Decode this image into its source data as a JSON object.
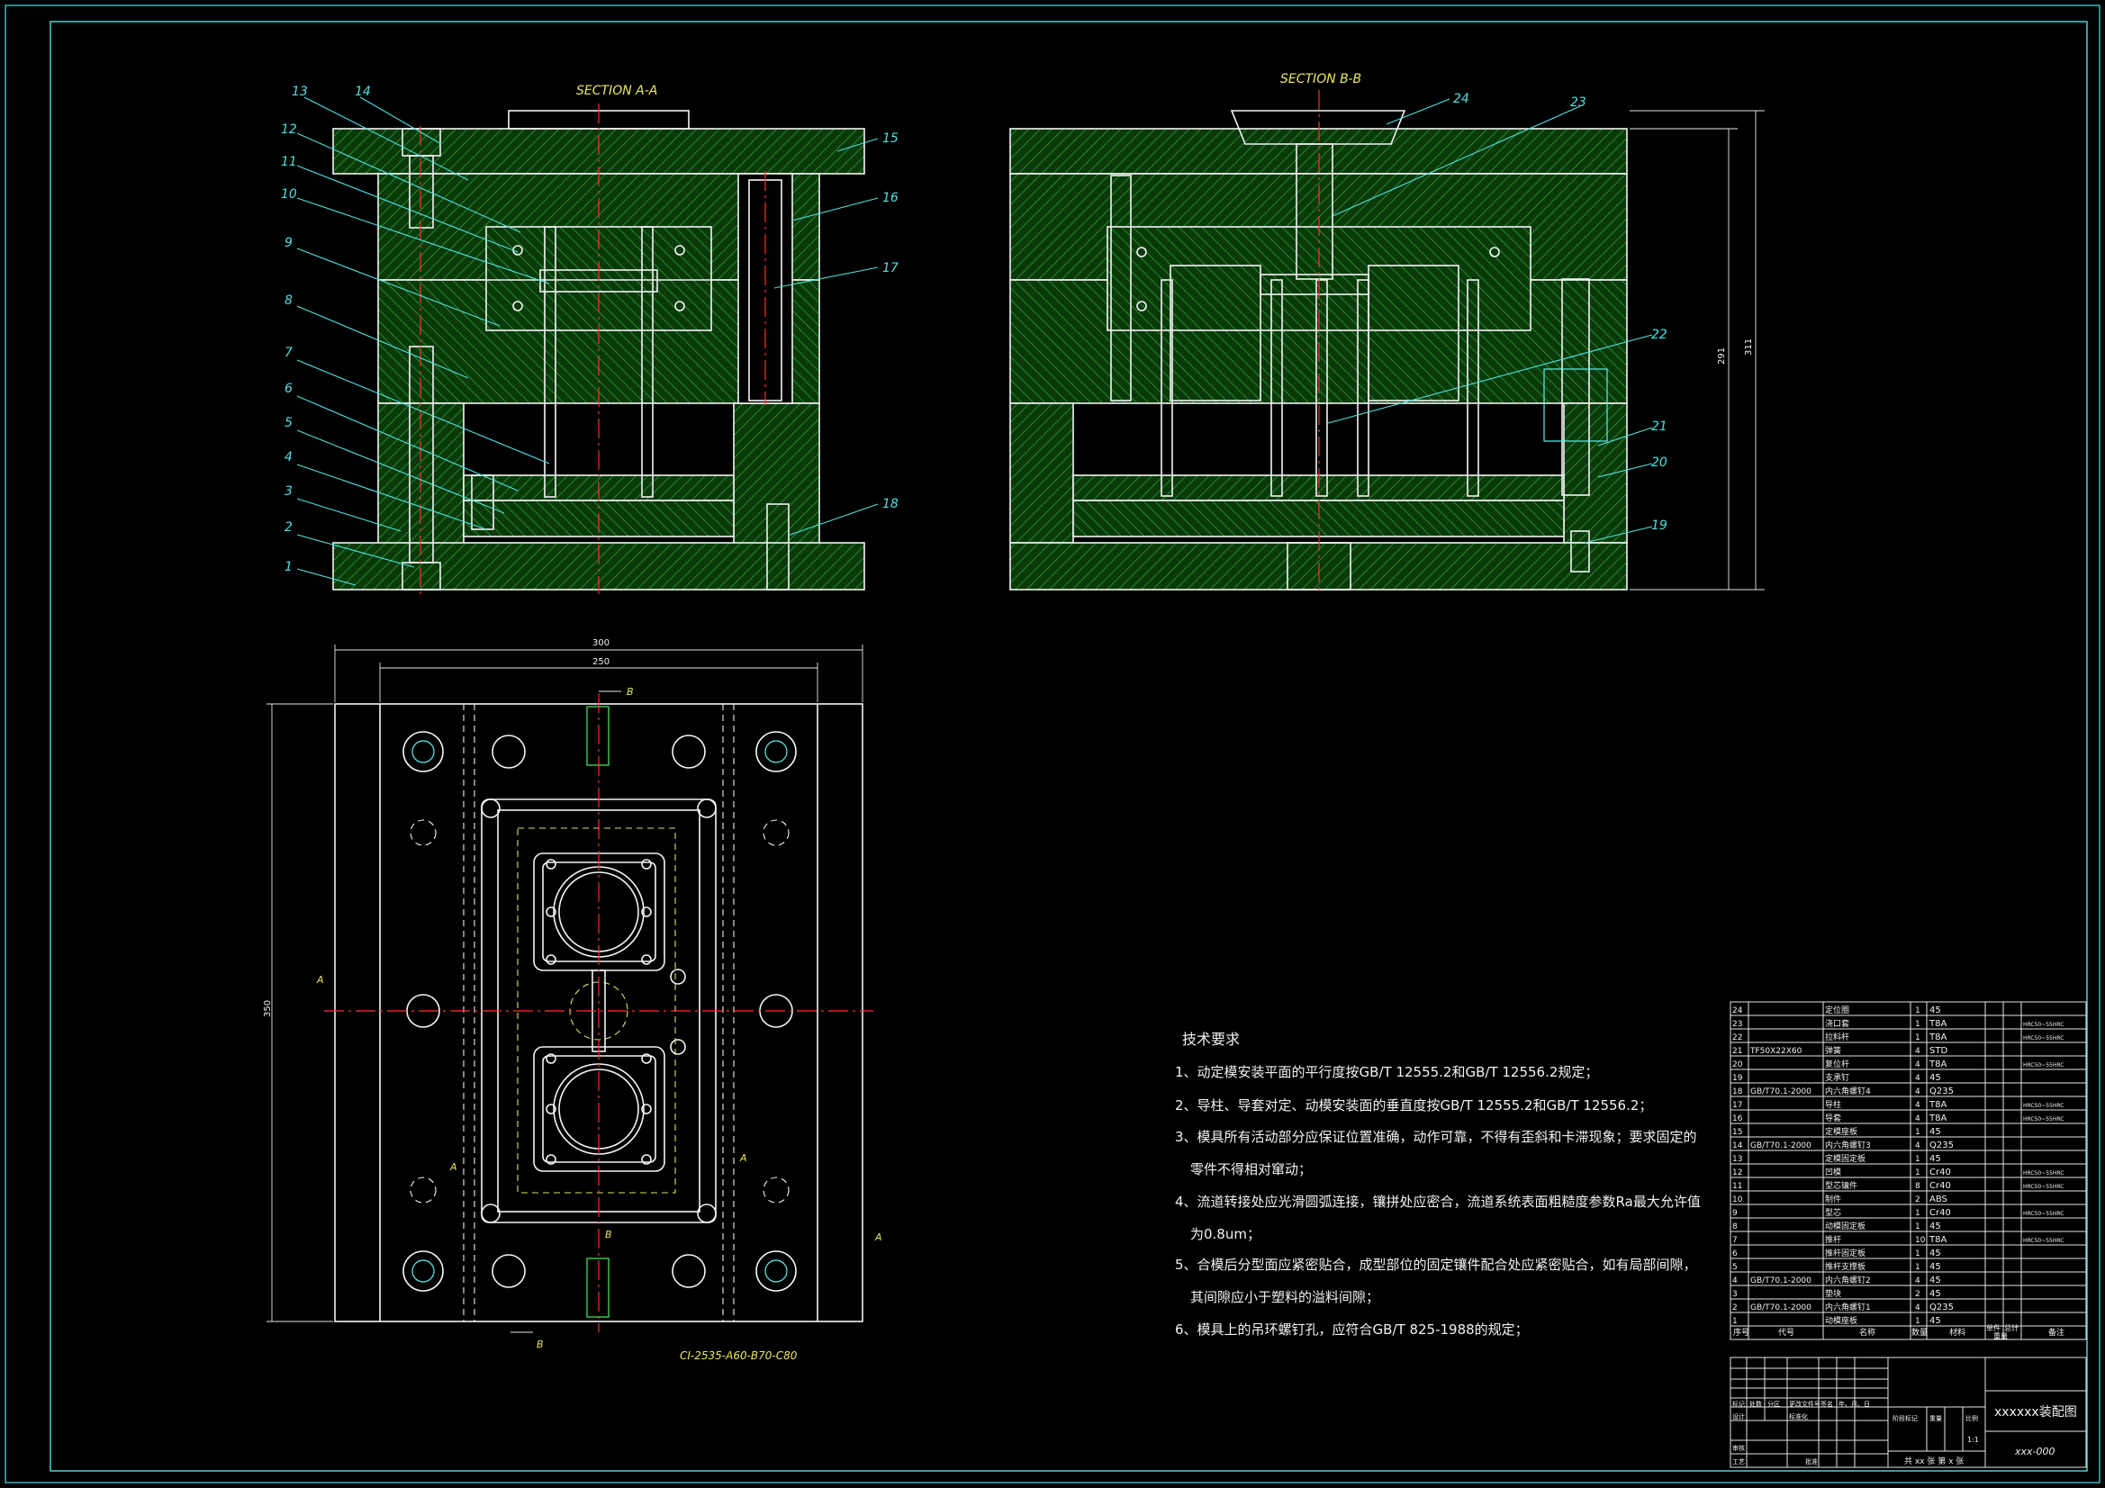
{
  "views": {
    "section_aa": "SECTION A-A",
    "section_bb": "SECTION B-B",
    "base_code": "CI-2535-A60-B70-C80",
    "cut_a": "A",
    "cut_b": "B"
  },
  "part_numbers_aa": [
    "1",
    "2",
    "3",
    "4",
    "5",
    "6",
    "7",
    "8",
    "9",
    "10",
    "11",
    "12",
    "13",
    "14",
    "15",
    "16",
    "17",
    "18"
  ],
  "part_numbers_bb": [
    "19",
    "20",
    "21",
    "22",
    "23",
    "24"
  ],
  "dimensions": {
    "plan_outer_width": "300",
    "plan_inner_width": "250",
    "plan_height": "350",
    "bb_height_inner": "291",
    "bb_height_outer": "311"
  },
  "tech_requirements": {
    "title": "技术要求",
    "items": [
      "1、动定模安装平面的平行度按GB/T 12555.2和GB/T 12556.2规定；",
      "2、导柱、导套对定、动模安装面的垂直度按GB/T 12555.2和GB/T 12556.2；",
      "3、模具所有活动部分应保证位置准确，动作可靠，不得有歪斜和卡滞现象；要求固定的",
      "零件不得相对窜动；",
      "4、流道转接处应光滑圆弧连接，镶拼处应密合，流道系统表面粗糙度参数Ra最大允许值",
      "为0.8um；",
      "5、合模后分型面应紧密贴合，成型部位的固定镶件配合处应紧密贴合，如有局部间隙，",
      "其间隙应小于塑料的溢料间隙；",
      "6、模具上的吊环螺钉孔，应符合GB/T 825-1988的规定；"
    ]
  },
  "bom": [
    {
      "no": "24",
      "std": "",
      "name": "定位圈",
      "qty": "1",
      "mat": "45",
      "note": ""
    },
    {
      "no": "23",
      "std": "",
      "name": "浇口套",
      "qty": "1",
      "mat": "T8A",
      "note": "HRC50~55HRC"
    },
    {
      "no": "22",
      "std": "",
      "name": "拉料杆",
      "qty": "1",
      "mat": "T8A",
      "note": "HRC50~55HRC"
    },
    {
      "no": "21",
      "std": "TF50X22X60",
      "name": "弹簧",
      "qty": "4",
      "mat": "STD",
      "note": ""
    },
    {
      "no": "20",
      "std": "",
      "name": "复位杆",
      "qty": "4",
      "mat": "T8A",
      "note": "HRC50~55HRC"
    },
    {
      "no": "19",
      "std": "",
      "name": "支承钉",
      "qty": "4",
      "mat": "45",
      "note": ""
    },
    {
      "no": "18",
      "std": "GB/T70.1-2000",
      "name": "内六角螺钉4",
      "qty": "4",
      "mat": "Q235",
      "note": ""
    },
    {
      "no": "17",
      "std": "",
      "name": "导柱",
      "qty": "4",
      "mat": "T8A",
      "note": "HRC50~55HRC"
    },
    {
      "no": "16",
      "std": "",
      "name": "导套",
      "qty": "4",
      "mat": "T8A",
      "note": "HRC50~55HRC"
    },
    {
      "no": "15",
      "std": "",
      "name": "定模座板",
      "qty": "1",
      "mat": "45",
      "note": ""
    },
    {
      "no": "14",
      "std": "GB/T70.1-2000",
      "name": "内六角螺钉3",
      "qty": "4",
      "mat": "Q235",
      "note": ""
    },
    {
      "no": "13",
      "std": "",
      "name": "定模固定板",
      "qty": "1",
      "mat": "45",
      "note": ""
    },
    {
      "no": "12",
      "std": "",
      "name": "凹模",
      "qty": "1",
      "mat": "Cr40",
      "note": "HRC50~55HRC"
    },
    {
      "no": "11",
      "std": "",
      "name": "型芯镶件",
      "qty": "8",
      "mat": "Cr40",
      "note": "HRC50~55HRC"
    },
    {
      "no": "10",
      "std": "",
      "name": "制件",
      "qty": "2",
      "mat": "ABS",
      "note": ""
    },
    {
      "no": "9",
      "std": "",
      "name": "型芯",
      "qty": "1",
      "mat": "Cr40",
      "note": "HRC50~55HRC"
    },
    {
      "no": "8",
      "std": "",
      "name": "动模固定板",
      "qty": "1",
      "mat": "45",
      "note": ""
    },
    {
      "no": "7",
      "std": "",
      "name": "推杆",
      "qty": "10",
      "mat": "T8A",
      "note": "HRC50~55HRC"
    },
    {
      "no": "6",
      "std": "",
      "name": "推杆固定板",
      "qty": "1",
      "mat": "45",
      "note": ""
    },
    {
      "no": "5",
      "std": "",
      "name": "推杆支撑板",
      "qty": "1",
      "mat": "45",
      "note": ""
    },
    {
      "no": "4",
      "std": "GB/T70.1-2000",
      "name": "内六角螺钉2",
      "qty": "4",
      "mat": "45",
      "note": ""
    },
    {
      "no": "3",
      "std": "",
      "name": "垫块",
      "qty": "2",
      "mat": "45",
      "note": ""
    },
    {
      "no": "2",
      "std": "GB/T70.1-2000",
      "name": "内六角螺钉1",
      "qty": "4",
      "mat": "Q235",
      "note": ""
    },
    {
      "no": "1",
      "std": "",
      "name": "动模座板",
      "qty": "1",
      "mat": "45",
      "note": ""
    }
  ],
  "bom_header": {
    "no": "序号",
    "std": "代号",
    "name": "名称",
    "qty": "数量",
    "mat": "材料",
    "unit": "单件",
    "total": "总计",
    "weight": "重量",
    "note": "备注"
  },
  "title_block": {
    "drawing_title": "xxxxxx装配图",
    "drawing_no": "xxx-000",
    "scale": "1:1",
    "sheets": "共 xx 张   第 x 张",
    "rows_left": [
      "标记",
      "处数",
      "分区",
      "更改文件号",
      "签名",
      "年、月、日"
    ],
    "design": "设计",
    "standardize": "标准化",
    "stage": "阶段标记",
    "weight": "重量",
    "ratio": "比例",
    "review": "审核",
    "process": "工艺",
    "approve": "批准"
  }
}
